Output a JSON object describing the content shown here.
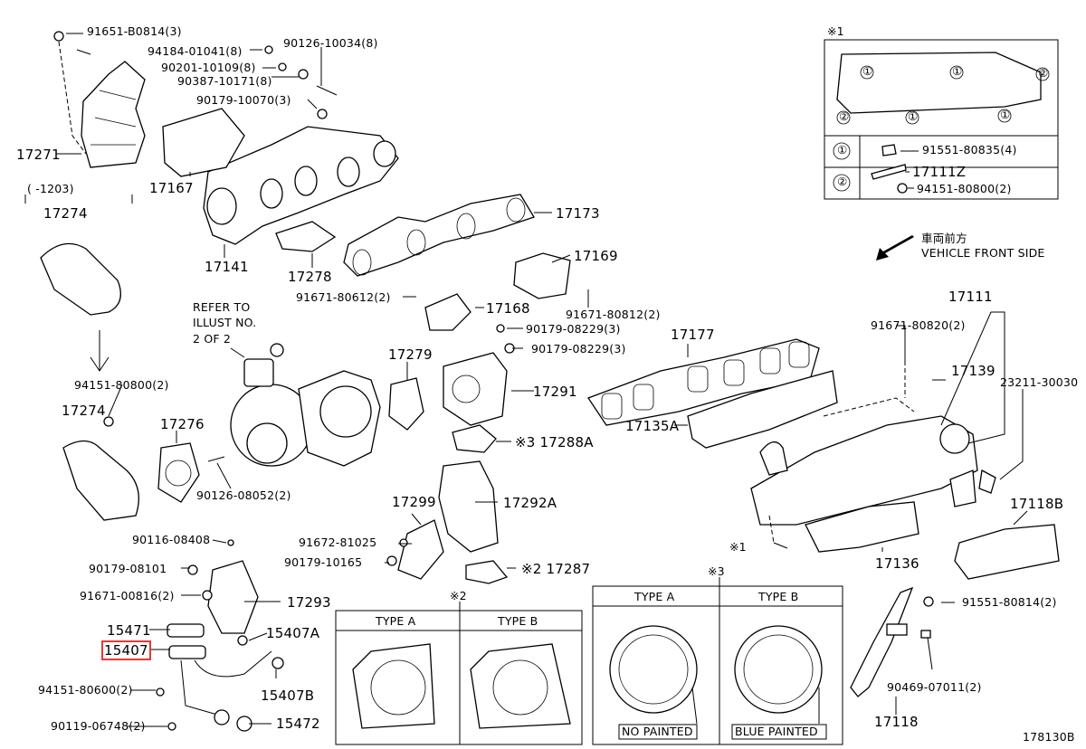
{
  "labels": {
    "p91651_b0814": "91651-B0814(3)",
    "p94184": "94184-01041(8)",
    "p90201": "90201-10109(8)",
    "p90387": "90387-10171(8)",
    "p90126_10034": "90126-10034(8)",
    "p90179_10070": "90179-10070(3)",
    "p17271": "17271",
    "p17167": "17167",
    "p1203": "(      -1203)",
    "p17274a": "17274",
    "p17141": "17141",
    "p17278": "17278",
    "p17173": "17173",
    "p17169": "17169",
    "p91671_80612": "91671-80612(2)",
    "p17168": "17168",
    "p91671_80812": "91671-80812(2)",
    "refer1": "REFER TO",
    "refer2": "ILLUST NO.",
    "refer3": "2 OF 2",
    "p90179_08229a": "90179-08229(3)",
    "p90179_08229b": "90179-08229(3)",
    "p17279": "17279",
    "p17291": "17291",
    "p94151_80800a": "94151-80800(2)",
    "p17274b": "17274",
    "p17276": "17276",
    "p17288a": "※3  17288A",
    "p90126_08052": "90126-08052(2)",
    "p17299": "17299",
    "p17292a": "17292A",
    "p90116": "90116-08408",
    "p91672": "91672-81025",
    "p90179_08101": "90179-08101",
    "p90179_10165": "90179-10165",
    "p17287": "※2  17287",
    "p91671_00816": "91671-00816(2)",
    "p17293": "17293",
    "p15471": "15471",
    "p15407a": "15407A",
    "p15407": "15407",
    "p94151_80600": "94151-80600(2)",
    "p15407b": "15407B",
    "p90119": "90119-06748(2)",
    "p15472": "15472",
    "p17177": "17177",
    "p17135a": "17135A",
    "p91671_80820": "91671-80820(2)",
    "p17111": "17111",
    "p17139": "17139",
    "p23211": "23211-30030",
    "p17118b": "17118B",
    "p17136": "17136",
    "p91551_80814": "91551-80814(2)",
    "p90469": "90469-07011(2)",
    "p17118": "17118",
    "p178130b": "178130B",
    "star1_top": "※1",
    "star1_lower": "※1",
    "star2": "※2",
    "star3": "※3",
    "front_jp": "車両前方",
    "front_en": "VEHICLE FRONT SIDE"
  },
  "legend": {
    "mark1": "①",
    "mark2": "②",
    "p91551_80835": "91551-80835(4)",
    "p17111z": "17111Z",
    "p94151_80800b": "94151-80800(2)"
  },
  "gasket_box_2": {
    "type_a": "TYPE A",
    "type_b": "TYPE B"
  },
  "gasket_box_3": {
    "type_a": "TYPE A",
    "type_b": "TYPE B",
    "no_painted": "NO PAINTED",
    "blue_painted": "BLUE PAINTED"
  },
  "highlight": {
    "selected_part": "15407",
    "color": "#e53935"
  }
}
